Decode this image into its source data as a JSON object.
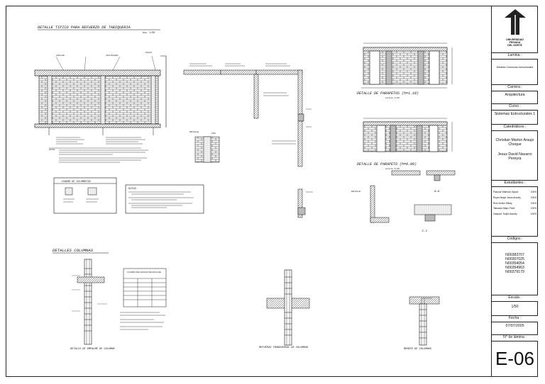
{
  "drawing": {
    "titles": {
      "refuerzo_tabiqueria": "DETALLE TIPICO PARA REFUERZO DE TABIQUERIA",
      "refuerzo_scale": "esc. 1/50",
      "parapetos_110": "DETALLE DE PARAPETOS (h=1.10)",
      "parapetos_110_scale": "escala 1/25",
      "parapeto_090": "DETALLE DE PARAPETO (h=0.90)",
      "parapeto_090_scale": "escala 1/25",
      "cuadro_columnetas": "CUADRO DE COLUMNETAS",
      "notas": "NOTAS:",
      "detalles_columnas": "DETALLES COLUMNAS",
      "empalme_columna": "DETALLE DE EMPALME DE COLUMNA",
      "refuerzo_transversal": "REFUERZO TRANSVERSAL DE COLUMNAS",
      "remate_columnas": "REMATE DE COLUMNAS",
      "cuadro_ganchos": "CUADRO DE GANCHO DE ANCLAJE",
      "section_a": "A-A",
      "section_c": "C-C",
      "section_detail": "DETALLE"
    }
  },
  "title_block": {
    "university": [
      "UNIVERSIDAD",
      "PRIVADA",
      "DEL NORTE"
    ],
    "lamina_label": "Lamina :",
    "lamina_value": "Detalles Columnas estructurales",
    "carrera_label": "Carrera :",
    "carrera_value": "Arquitectura",
    "curso_label": "Curso :",
    "curso_value": "Sistemas Estructurales 1",
    "catedraticos_label": "Catedráticos :",
    "catedratico_1": "Christian Marlon Araujo Choque",
    "catedratico_2": "Jesus David Navarro Pereyra",
    "estudiantes_label": "Estudiantes :",
    "estudiantes": [
      {
        "name": "Pascual Villarreal, Bayori",
        "pct": "100%"
      },
      {
        "name": "Reyes Baquí Jesus Aracely",
        "pct": "100%"
      },
      {
        "name": "Rios Muñoz Hillary",
        "pct": "100%"
      },
      {
        "name": "Tabacara Mapu Fredi",
        "pct": "100%"
      },
      {
        "name": "Vásquez Trujillo Aracely",
        "pct": "100%"
      }
    ],
    "codigos_label": "Códigos :",
    "codigos": [
      "N00383707",
      "N00307025",
      "N00354054",
      "N00354963",
      "N00379179"
    ],
    "escala_label": "Escala :",
    "escala_value": "1/50",
    "fecha_label": "Fecha :",
    "fecha_value": "07/07/2025",
    "nro_label": "N° de lámina :",
    "nro_value": "E-06"
  }
}
